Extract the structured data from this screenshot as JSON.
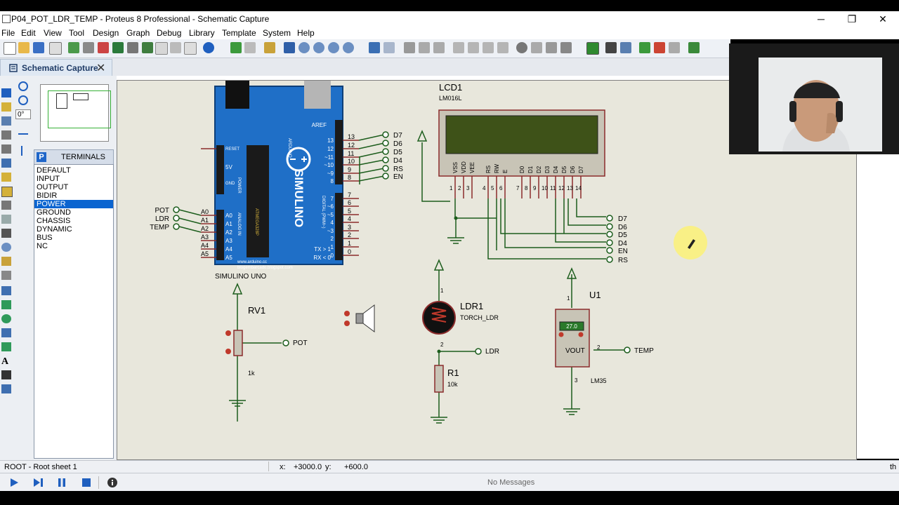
{
  "window": {
    "title": "P04_POT_LDR_TEMP - Proteus 8 Professional - Schematic Capture",
    "controls": [
      "─",
      "❐",
      "✕"
    ]
  },
  "menu": [
    "File",
    "Edit",
    "View",
    "Tool",
    "Design",
    "Graph",
    "Debug",
    "Library",
    "Template",
    "System",
    "Help"
  ],
  "tab": {
    "label": "Schematic Capture",
    "close": "✕"
  },
  "rotation": "0°",
  "terminals": {
    "header": "TERMINALS",
    "badge": "P",
    "items": [
      "DEFAULT",
      "INPUT",
      "OUTPUT",
      "BIDIR",
      "POWER",
      "GROUND",
      "CHASSIS",
      "DYNAMIC",
      "BUS",
      "NC"
    ],
    "selected": "POWER"
  },
  "schematic": {
    "arduino": {
      "name": "SIMULINO UNO",
      "brand": "SIMULINO",
      "logo": "ARDUINO",
      "site1": "www.arduino.cc",
      "site2": "blogembarcado.blogspot.com",
      "aref": "AREF",
      "reset": "RESET",
      "v5": "5V",
      "gnd": "GND",
      "power": "POWER",
      "analog_in": "ANALOG IN",
      "digital": "DIGITAL (PWM~)",
      "chip": "ATMEGA328P",
      "tx": "TX > 1",
      "rx": "RX < 0",
      "digital_pins": [
        "13",
        "12",
        "~11",
        "~10",
        "~9",
        "8",
        "7",
        "~6",
        "~5",
        "4",
        "~3",
        "2",
        "1",
        "0"
      ],
      "digital_pin_numbers": [
        "13",
        "12",
        "11",
        "10",
        "9",
        "8",
        "7",
        "6",
        "5",
        "4",
        "3",
        "2",
        "1",
        "0"
      ],
      "analog_pins": [
        "A0",
        "A1",
        "A2",
        "A3",
        "A4",
        "A5"
      ],
      "analog_pin_numbers": [
        "A0",
        "A1",
        "A2",
        "A3",
        "A4",
        "A5"
      ],
      "digital_terms": [
        "D7",
        "D6",
        "D5",
        "D4",
        "RS",
        "EN"
      ],
      "analog_terms": [
        "POT",
        "LDR",
        "TEMP"
      ]
    },
    "lcd": {
      "ref": "LCD1",
      "model": "LM016L",
      "pins": [
        "VSS",
        "VDD",
        "VEE",
        "RS",
        "RW",
        "E",
        "D0",
        "D1",
        "D2",
        "D3",
        "D4",
        "D5",
        "D6",
        "D7"
      ],
      "pin_numbers": [
        "1",
        "2",
        "3",
        "4",
        "5",
        "6",
        "7",
        "8",
        "9",
        "10",
        "11",
        "12",
        "13",
        "14"
      ],
      "terms": [
        "D7",
        "D6",
        "D5",
        "D4",
        "EN",
        "RS"
      ]
    },
    "pot": {
      "ref": "RV1",
      "value": "1k",
      "term": "POT"
    },
    "ldr": {
      "ref": "LDR1",
      "model": "TORCH_LDR",
      "pin1": "1",
      "pin2": "2",
      "term": "LDR"
    },
    "r1": {
      "ref": "R1",
      "value": "10k"
    },
    "lm35": {
      "ref": "U1",
      "model": "LM35",
      "display": "27.0",
      "out": "VOUT",
      "pin1": "1",
      "pin2": "2",
      "pin3": "3",
      "term": "TEMP"
    }
  },
  "status": {
    "sheet": "ROOT - Root sheet 1",
    "x_label": "x:",
    "x": "+3000.0",
    "y_label": "y:",
    "y": "+600.0",
    "th": "th"
  },
  "sim": {
    "messages": "No Messages"
  }
}
